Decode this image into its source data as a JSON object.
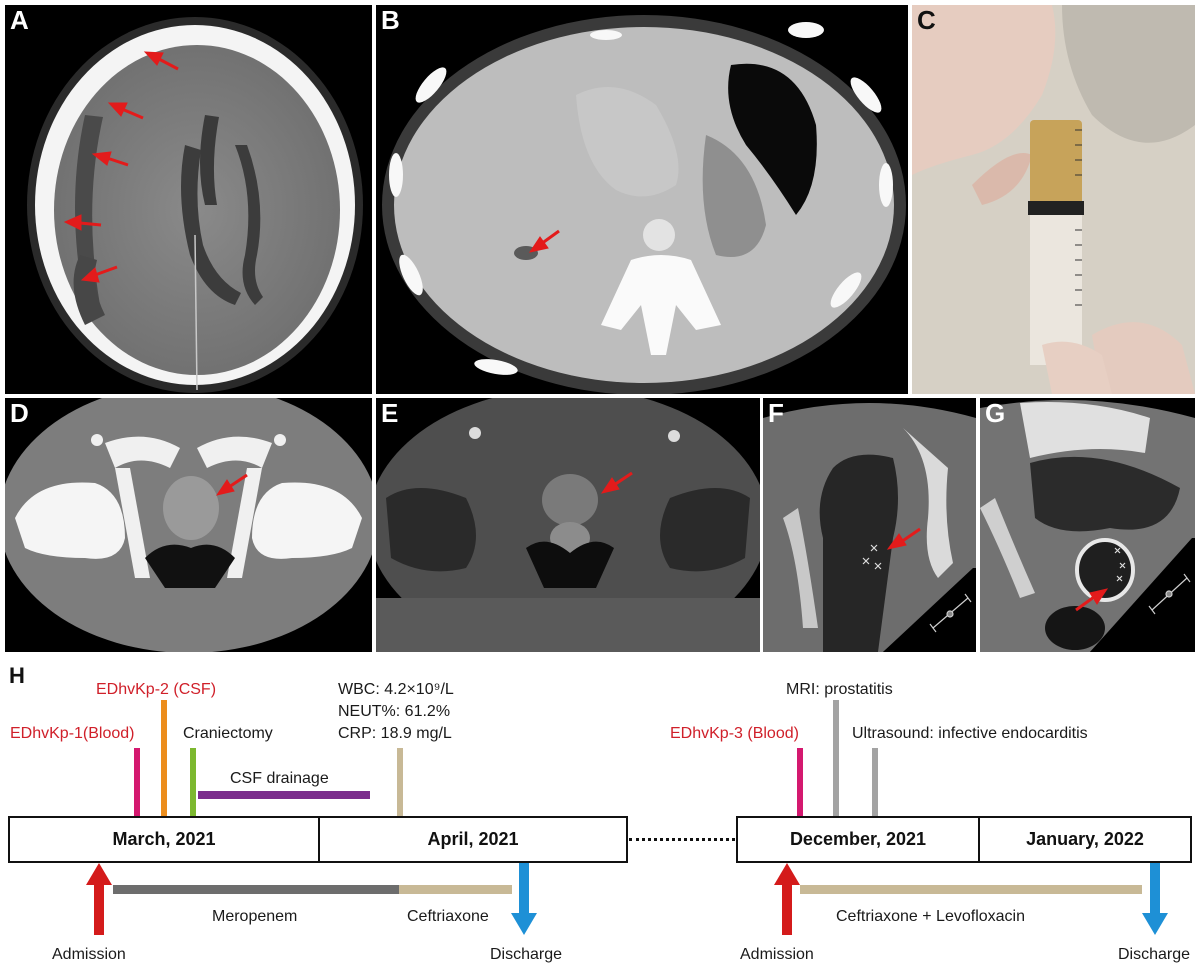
{
  "figure": {
    "panels": [
      {
        "id": "A",
        "label": "A",
        "modality": "Head CT (axial)",
        "annotation": "red arrows (5) indicating subdural effusion along right convexity"
      },
      {
        "id": "B",
        "label": "B",
        "modality": "Abdominal contrast CT (axial)",
        "annotation": "red arrow indicating hypodense liver lesion"
      },
      {
        "id": "C",
        "label": "C",
        "modality": "Photograph",
        "annotation": "syringe with yellow purulent fluid"
      },
      {
        "id": "D",
        "label": "D",
        "modality": "Pelvic CT (axial)",
        "annotation": "red arrow indicating prostate lesion"
      },
      {
        "id": "E",
        "label": "E",
        "modality": "Pelvic MRI (axial)",
        "annotation": "red arrow indicating prostate lesion"
      },
      {
        "id": "F",
        "label": "F",
        "modality": "Echocardiography",
        "annotation": "red arrow indicating vegetation with caliper marks"
      },
      {
        "id": "G",
        "label": "G",
        "modality": "Echocardiography",
        "annotation": "red arrow indicating vegetation with caliper marks"
      }
    ]
  },
  "timeline": {
    "label": "H",
    "colors": {
      "pink": "#d4186f",
      "orange": "#ec8d1c",
      "green": "#7cb82f",
      "tan": "#c8b996",
      "purple": "#7b2c8c",
      "gray_bar": "#6d6d6d",
      "gray_marker": "#a3a3a3",
      "red_arrow": "#d41b1b",
      "blue_arrow": "#1e90d6",
      "red_text": "#d0202a"
    },
    "episode1": {
      "months": [
        "March, 2021",
        "April, 2021"
      ],
      "events": [
        {
          "label": "EDhvKp-1(Blood)",
          "color": "pink",
          "red_text": true
        },
        {
          "label": "EDhvKp-2 (CSF)",
          "color": "orange",
          "red_text": true
        },
        {
          "label": "Craniectomy",
          "color": "green",
          "red_text": false
        },
        {
          "label": "CSF drainage",
          "color": "purple",
          "red_text": false
        }
      ],
      "labs": {
        "wbc": "WBC: 4.2×10⁹/L",
        "neut": "NEUT%: 61.2%",
        "crp": "CRP: 18.9 mg/L"
      },
      "treatments": [
        {
          "label": "Meropenem",
          "color": "gray_bar"
        },
        {
          "label": "Ceftriaxone",
          "color": "tan"
        }
      ],
      "admission": "Admission",
      "discharge": "Discharge"
    },
    "episode2": {
      "months": [
        "December, 2021",
        "January, 2022"
      ],
      "events": [
        {
          "label": "EDhvKp-3 (Blood)",
          "color": "pink",
          "red_text": true
        },
        {
          "label": "MRI: prostatitis",
          "color": "gray_marker",
          "red_text": false
        },
        {
          "label": "Ultrasound: infective endocarditis",
          "color": "gray_marker",
          "red_text": false
        }
      ],
      "treatments": [
        {
          "label": "Ceftriaxone + Levofloxacin",
          "color": "tan"
        }
      ],
      "admission": "Admission",
      "discharge": "Discharge"
    }
  }
}
